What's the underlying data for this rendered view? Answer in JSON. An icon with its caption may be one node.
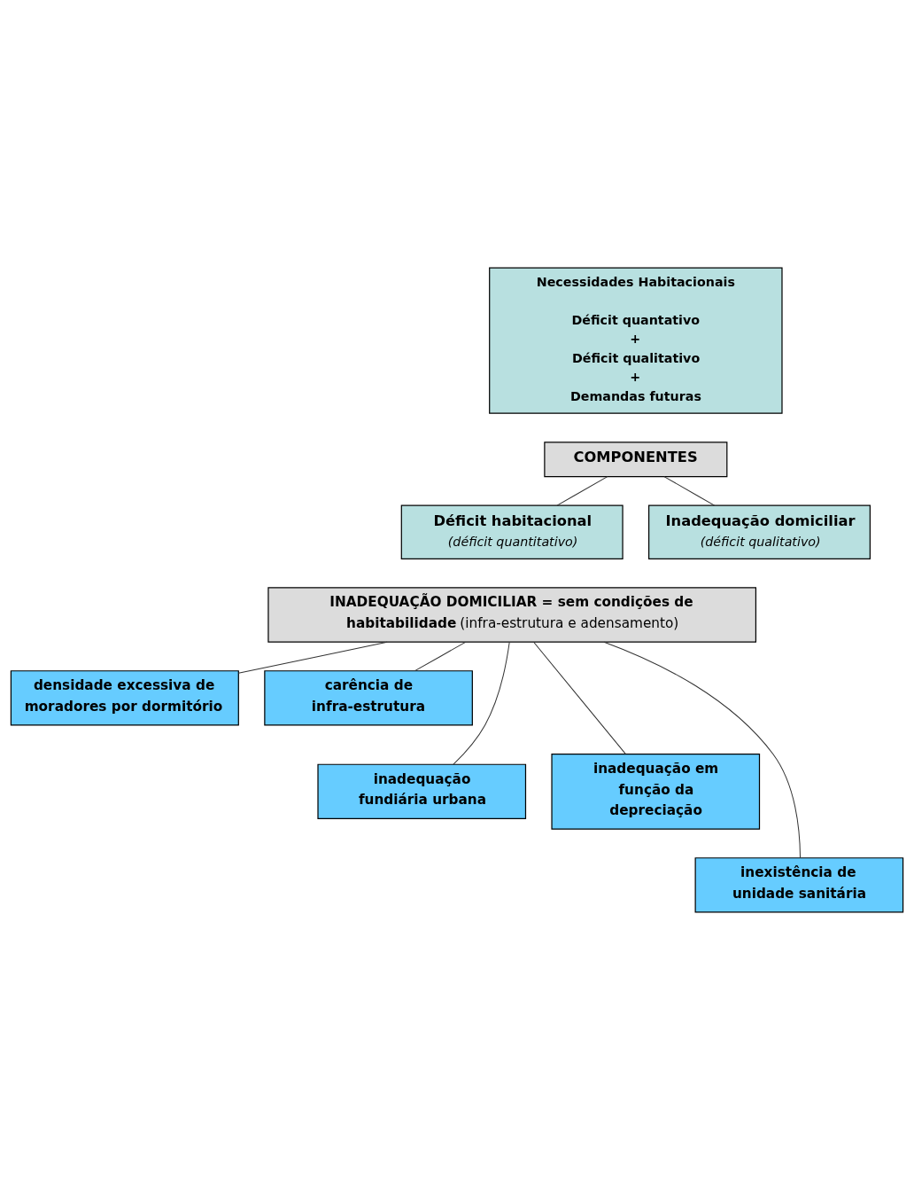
{
  "diagram": {
    "nodes": [
      {
        "text": [
          "Necessidades Habitacionais",
          "Déficit quantativo",
          "+",
          "Déficit qualitativo",
          "+",
          "Demandas futuras"
        ]
      },
      {
        "text": [
          "COMPONENTES"
        ]
      },
      {
        "text": [
          "Déficit habitacional",
          "(déficit quantitativo)"
        ]
      },
      {
        "text": [
          "Inadequação domiciliar",
          "(déficit qualitativo)"
        ]
      },
      {
        "text": [
          "**INADEQUAÇÃO DOMICILIAR = sem condições de habitabilidade** (infra-estrutura e adensamento)"
        ]
      },
      {
        "text": [
          "densidade excessiva de moradores por dormitório"
        ]
      },
      {
        "text": [
          "carência de infra-estrutura"
        ]
      },
      {
        "text": [
          "inadequação fundiária urbana"
        ]
      },
      {
        "text": [
          "inadequação em função da depreciação"
        ]
      },
      {
        "text": [
          "inexistência de unidade sanitária"
        ]
      }
    ],
    "edges": [
      {
        "from": 1,
        "to": 2,
        "arrow": "none"
      },
      {
        "from": 1,
        "to": 3,
        "arrow": "none"
      },
      {
        "from": 4,
        "to": 5,
        "arrow": "none"
      },
      {
        "from": 4,
        "to": 7,
        "arrow": "none"
      },
      {
        "from": 4,
        "to": 9,
        "arrow": "none"
      },
      {
        "from": 4,
        "to": 8,
        "arrow": "none"
      },
      {
        "from": 4,
        "to": 6,
        "arrow": "none"
      }
    ]
  }
}
